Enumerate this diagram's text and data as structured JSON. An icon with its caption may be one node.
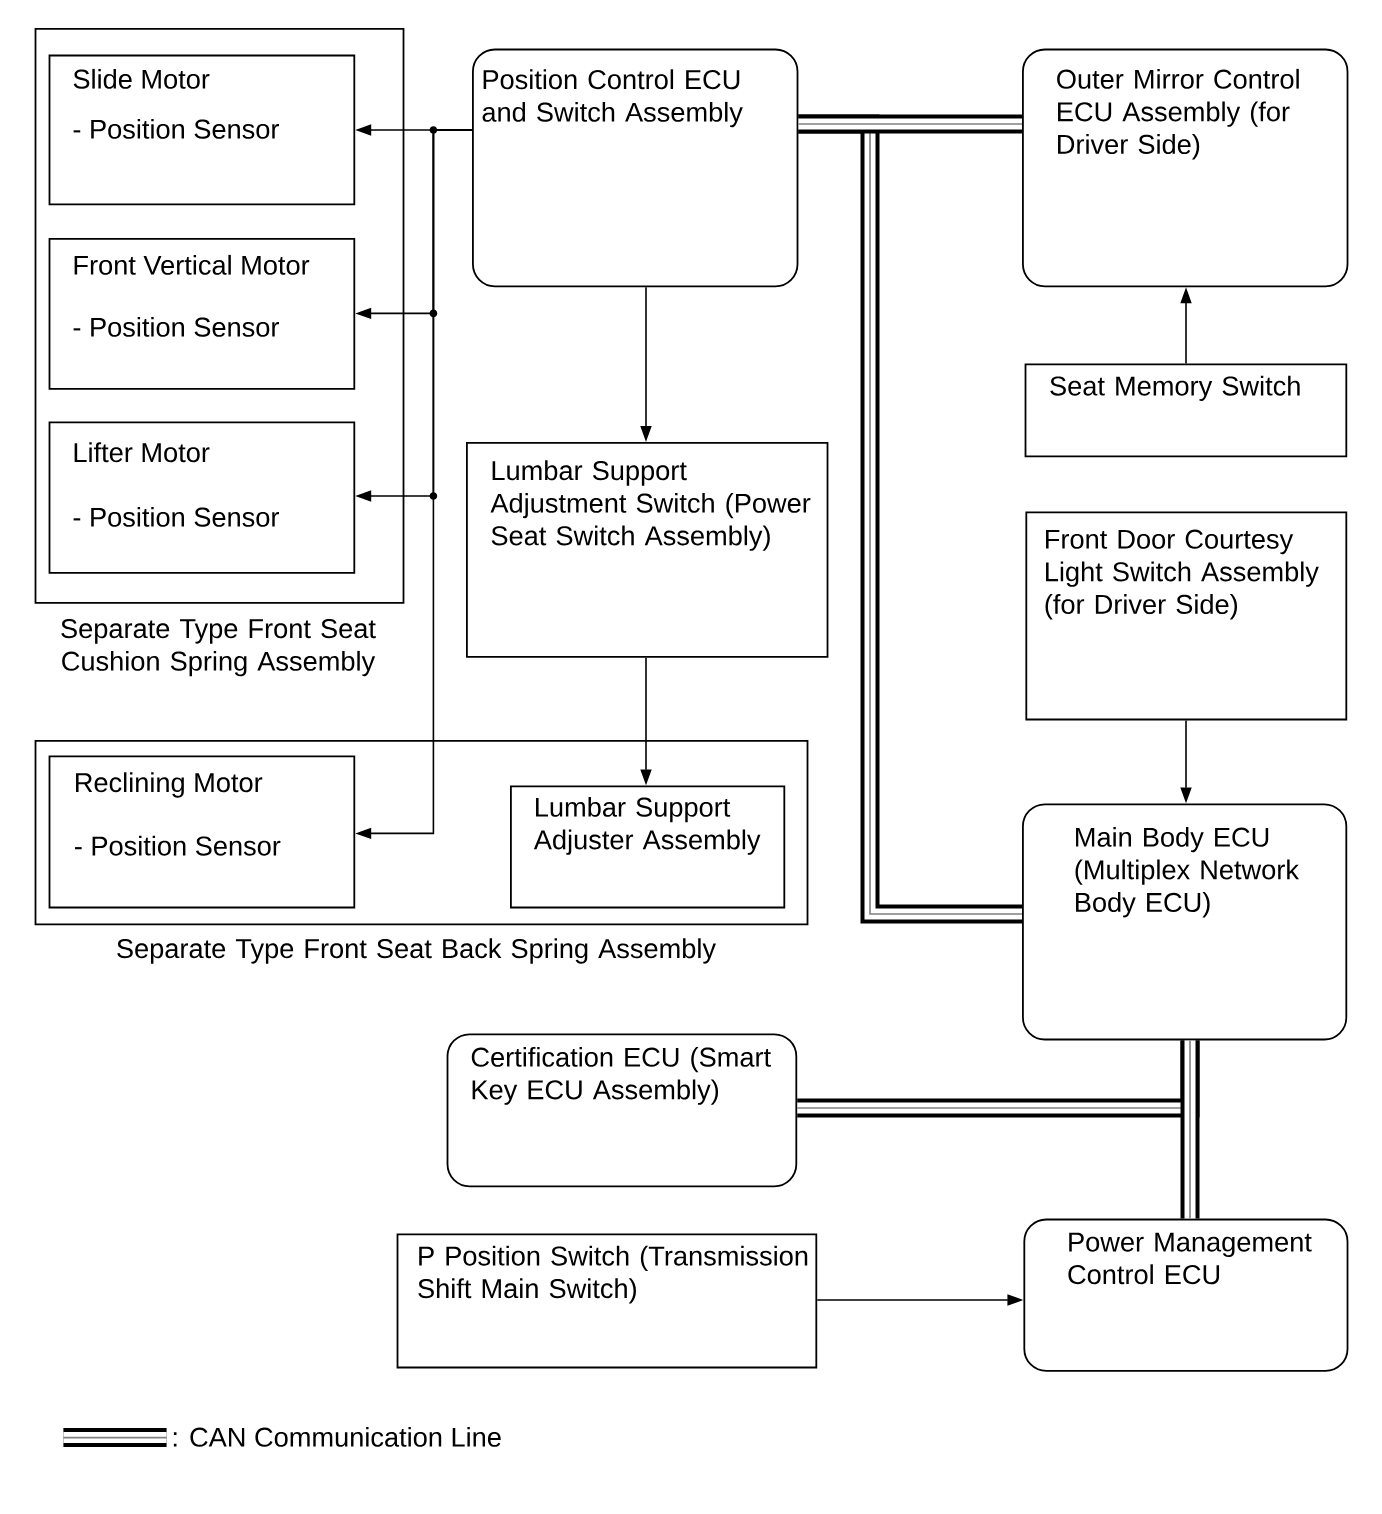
{
  "diagram": {
    "nodes": [
      {
        "text": [
          "Separate Type Front Seat Cushion Spring Assembly"
        ]
      },
      {
        "text": [
          "Slide Motor",
          "- Position Sensor"
        ],
        "in": 0
      },
      {
        "text": [
          "Front Vertical Motor",
          "- Position Sensor"
        ],
        "in": 0
      },
      {
        "text": [
          "Lifter Motor",
          "- Position Sensor"
        ],
        "in": 0
      },
      {
        "text": [
          "Position Control ECU and Switch Assembly"
        ]
      },
      {
        "text": [
          "Outer Mirror Control ECU Assembly (for Driver Side)"
        ]
      },
      {
        "text": [
          "Seat Memory Switch"
        ]
      },
      {
        "text": [
          "Lumbar Support Adjustment Switch (Power Seat Switch Assembly)"
        ]
      },
      {
        "text": [
          "Front Door Courtesy Light Switch Assembly (for Driver Side)"
        ]
      },
      {
        "text": [
          "Separate Type Front Seat Back Spring Assembly"
        ]
      },
      {
        "text": [
          "Reclining Motor",
          "- Position Sensor"
        ],
        "in": 9
      },
      {
        "text": [
          "Lumbar Support Adjuster Assembly"
        ],
        "in": 9
      },
      {
        "text": [
          "Main Body ECU (Multiplex Network Body ECU)"
        ]
      },
      {
        "text": [
          "Certification ECU (Smart Key ECU Assembly)"
        ]
      },
      {
        "text": [
          "P Position Switch (Transmission Shift Main Switch)"
        ]
      },
      {
        "text": [
          "Power Management Control ECU"
        ]
      }
    ],
    "edges": [
      {
        "from": 4,
        "to": 1,
        "arrow": "to"
      },
      {
        "from": 4,
        "to": 2,
        "arrow": "to"
      },
      {
        "from": 4,
        "to": 3,
        "arrow": "to"
      },
      {
        "from": 4,
        "to": 10,
        "arrow": "to"
      },
      {
        "from": 4,
        "to": 7,
        "arrow": "to"
      },
      {
        "from": 7,
        "to": 11,
        "arrow": "to"
      },
      {
        "from": 4,
        "to": 5,
        "arrow": "none",
        "style": "thick"
      },
      {
        "from": 4,
        "to": 12,
        "arrow": "none",
        "style": "thick"
      },
      {
        "from": 6,
        "to": 5,
        "arrow": "to"
      },
      {
        "from": 8,
        "to": 12,
        "arrow": "to"
      },
      {
        "from": 12,
        "to": 13,
        "arrow": "none",
        "style": "thick"
      },
      {
        "from": 12,
        "to": 15,
        "arrow": "none",
        "style": "thick"
      },
      {
        "from": 14,
        "to": 15,
        "arrow": "to"
      }
    ],
    "legend": [
      {
        "text": ": CAN Communication Line"
      }
    ]
  }
}
